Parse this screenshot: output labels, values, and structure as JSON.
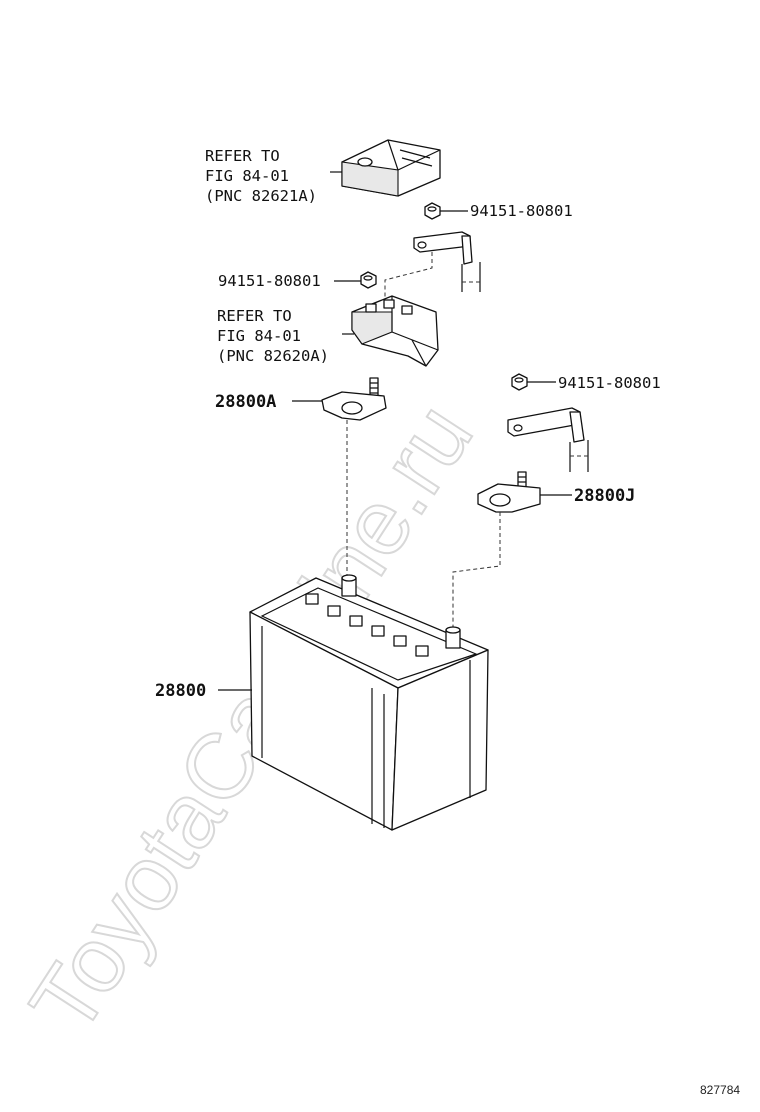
{
  "watermark": "ToyotaCarMine.ru",
  "figure_number": "827784",
  "callouts": {
    "cover_top": {
      "line1": "REFER TO",
      "line2": "FIG 84-01",
      "line3": "(PNC 82621A)"
    },
    "cover_mid": {
      "line1": "REFER TO",
      "line2": "FIG 84-01",
      "line3": "(PNC 82620A)"
    },
    "nut_top": "94151-80801",
    "nut_mid": "94151-80801",
    "nut_right": "94151-80801",
    "terminal_neg": "28800A",
    "terminal_pos": "28800J",
    "battery": "28800"
  }
}
